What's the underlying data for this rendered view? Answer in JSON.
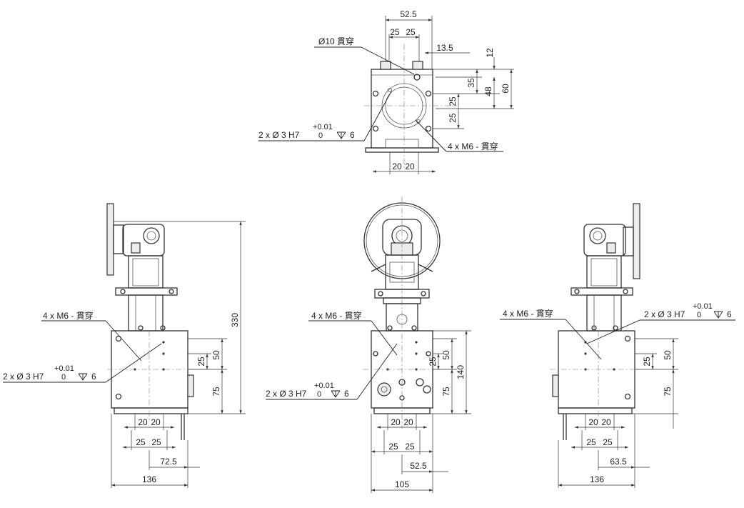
{
  "top_view": {
    "dims": {
      "d_52_5": "52.5",
      "d_25_a": "25",
      "d_25_b": "25",
      "d_13_5": "13.5",
      "d_12": "12",
      "d_35": "35",
      "d_48": "48",
      "d_60": "60",
      "d_25_c": "25",
      "d_25_d": "25",
      "d_20_a": "20",
      "d_20_b": "20"
    },
    "labels": {
      "through_hole": "Ø10 貫穿",
      "pin_hole_tol": "+0.01",
      "pin_hole_main": "2 x Ø 3 H7",
      "pin_hole_zero": "0",
      "pin_hole_depth": "6",
      "tap_hole": "4 x M6 - 貫穿"
    }
  },
  "left_view": {
    "dims": {
      "d_330": "330",
      "d_50": "50",
      "d_25": "25",
      "d_75": "75",
      "d_20_a": "20",
      "d_20_b": "20",
      "d_25_a": "25",
      "d_25_b": "25",
      "d_72_5": "72.5",
      "d_136": "136"
    },
    "labels": {
      "tap_hole": "4 x M6 - 貫穿",
      "pin_hole_tol": "+0.01",
      "pin_hole_main": "2 x Ø 3 H7",
      "pin_hole_zero": "0",
      "pin_hole_depth": "6"
    }
  },
  "front_view": {
    "dims": {
      "d_140": "140",
      "d_50": "50",
      "d_25": "25",
      "d_75": "75",
      "d_20_a": "20",
      "d_20_b": "20",
      "d_25_a": "25",
      "d_25_b": "25",
      "d_52_5": "52.5",
      "d_105": "105"
    },
    "labels": {
      "tap_hole": "4 x M6 - 貫穿",
      "pin_hole_tol": "+0.01",
      "pin_hole_main": "2 x Ø 3 H7",
      "pin_hole_zero": "0",
      "pin_hole_depth": "6"
    }
  },
  "right_view": {
    "dims": {
      "d_50": "50",
      "d_25": "25",
      "d_75": "75",
      "d_20_a": "20",
      "d_20_b": "20",
      "d_25_a": "25",
      "d_25_b": "25",
      "d_63_5": "63.5",
      "d_136": "136"
    },
    "labels": {
      "tap_hole": "4 x M6 - 貫穿",
      "pin_hole_tol": "+0.01",
      "pin_hole_main": "2 x Ø 3 H7",
      "pin_hole_zero": "0",
      "pin_hole_depth": "6"
    }
  }
}
